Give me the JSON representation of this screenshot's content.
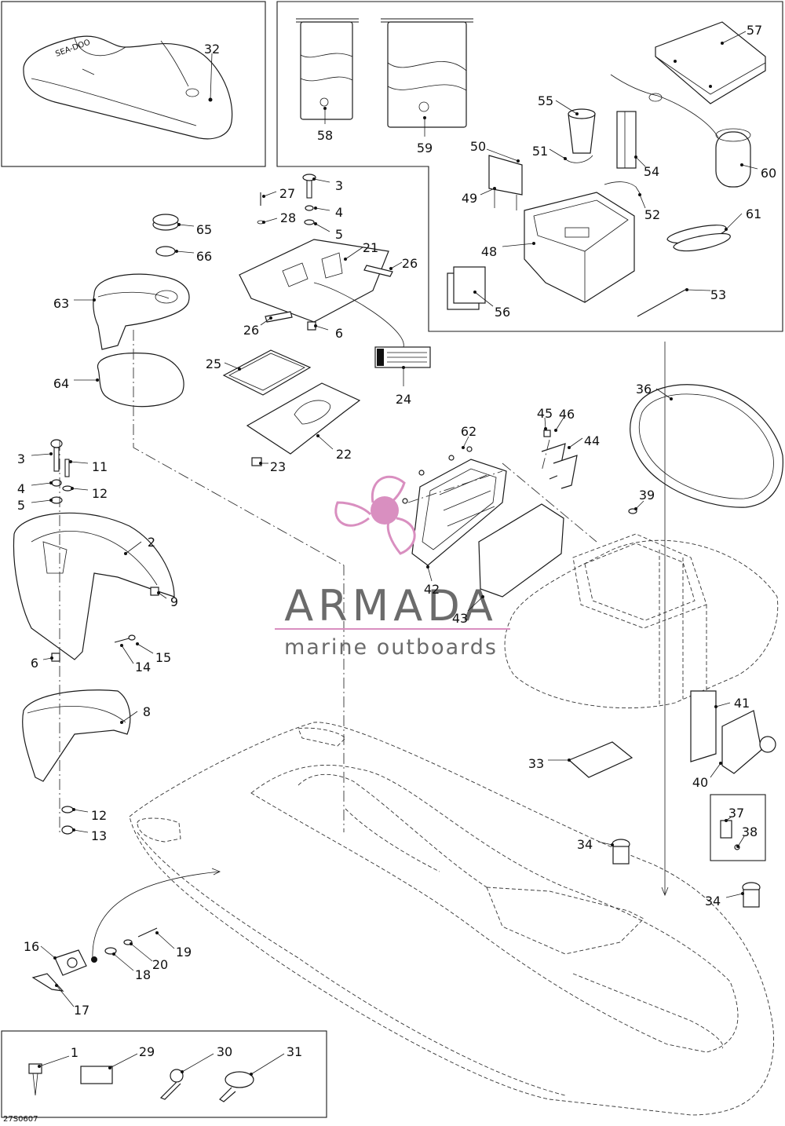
{
  "diagram_code": "27S0607",
  "callouts": [
    {
      "id": "c32",
      "text": "32"
    },
    {
      "id": "c58",
      "text": "58"
    },
    {
      "id": "c59",
      "text": "59"
    },
    {
      "id": "c57",
      "text": "57"
    },
    {
      "id": "c55",
      "text": "55"
    },
    {
      "id": "c50",
      "text": "50"
    },
    {
      "id": "c51",
      "text": "51"
    },
    {
      "id": "c54",
      "text": "54"
    },
    {
      "id": "c60",
      "text": "60"
    },
    {
      "id": "c49",
      "text": "49"
    },
    {
      "id": "c52",
      "text": "52"
    },
    {
      "id": "c61",
      "text": "61"
    },
    {
      "id": "c48",
      "text": "48"
    },
    {
      "id": "c56",
      "text": "56"
    },
    {
      "id": "c53",
      "text": "53"
    },
    {
      "id": "c27",
      "text": "27"
    },
    {
      "id": "c3a",
      "text": "3"
    },
    {
      "id": "c28",
      "text": "28"
    },
    {
      "id": "c4a",
      "text": "4"
    },
    {
      "id": "c5a",
      "text": "5"
    },
    {
      "id": "c21",
      "text": "21"
    },
    {
      "id": "c26a",
      "text": "26"
    },
    {
      "id": "c26b",
      "text": "26"
    },
    {
      "id": "c6a",
      "text": "6"
    },
    {
      "id": "c65",
      "text": "65"
    },
    {
      "id": "c66",
      "text": "66"
    },
    {
      "id": "c63",
      "text": "63"
    },
    {
      "id": "c64",
      "text": "64"
    },
    {
      "id": "c25",
      "text": "25"
    },
    {
      "id": "c24",
      "text": "24"
    },
    {
      "id": "c22",
      "text": "22"
    },
    {
      "id": "c23",
      "text": "23"
    },
    {
      "id": "c36",
      "text": "36"
    },
    {
      "id": "c45",
      "text": "45"
    },
    {
      "id": "c46",
      "text": "46"
    },
    {
      "id": "c62",
      "text": "62"
    },
    {
      "id": "c44",
      "text": "44"
    },
    {
      "id": "c39",
      "text": "39"
    },
    {
      "id": "c42",
      "text": "42"
    },
    {
      "id": "c43",
      "text": "43"
    },
    {
      "id": "c3b",
      "text": "3"
    },
    {
      "id": "c11",
      "text": "11"
    },
    {
      "id": "c4b",
      "text": "4"
    },
    {
      "id": "c12a",
      "text": "12"
    },
    {
      "id": "c5b",
      "text": "5"
    },
    {
      "id": "c2",
      "text": "2"
    },
    {
      "id": "c9",
      "text": "9"
    },
    {
      "id": "c15",
      "text": "15"
    },
    {
      "id": "c14",
      "text": "14"
    },
    {
      "id": "c6b",
      "text": "6"
    },
    {
      "id": "c8",
      "text": "8"
    },
    {
      "id": "c41",
      "text": "41"
    },
    {
      "id": "c33",
      "text": "33"
    },
    {
      "id": "c40",
      "text": "40"
    },
    {
      "id": "c37",
      "text": "37"
    },
    {
      "id": "c38",
      "text": "38"
    },
    {
      "id": "c12b",
      "text": "12"
    },
    {
      "id": "c13",
      "text": "13"
    },
    {
      "id": "c34a",
      "text": "34"
    },
    {
      "id": "c34b",
      "text": "34"
    },
    {
      "id": "c16",
      "text": "16"
    },
    {
      "id": "c19",
      "text": "19"
    },
    {
      "id": "c20",
      "text": "20"
    },
    {
      "id": "c18",
      "text": "18"
    },
    {
      "id": "c17",
      "text": "17"
    },
    {
      "id": "c1",
      "text": "1"
    },
    {
      "id": "c29",
      "text": "29"
    },
    {
      "id": "c30",
      "text": "30"
    },
    {
      "id": "c31",
      "text": "31"
    }
  ],
  "watermark": {
    "brand": "ARMADA",
    "tagline": "marine outboards",
    "color": "#d98fc0",
    "text_color": "#6b6b6b"
  },
  "colors": {
    "line": "#1a1a1a",
    "background": "#ffffff"
  }
}
